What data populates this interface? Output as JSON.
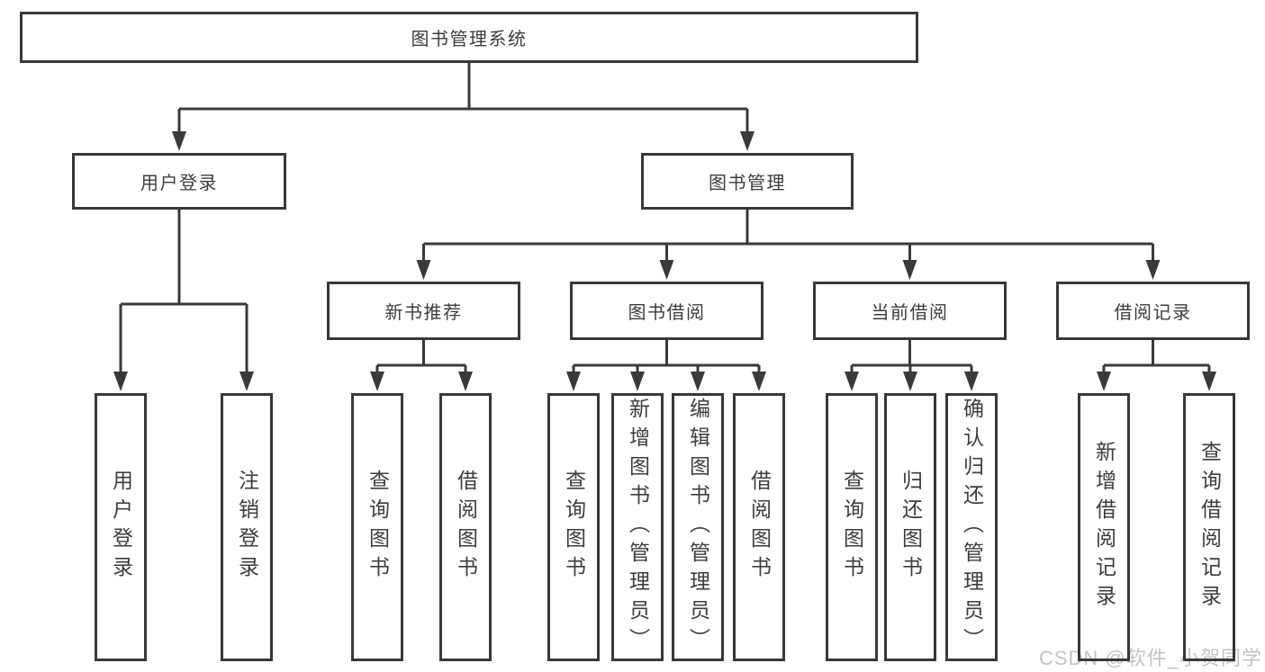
{
  "title": "图书管理系统",
  "level2": {
    "user_login": "用户登录",
    "book_mgmt": "图书管理"
  },
  "level3": {
    "new_books": "新书推荐",
    "book_borrow": "图书借阅",
    "current_borrow": "当前借阅",
    "borrow_records": "借阅记录"
  },
  "leaves": {
    "user_login_children": [
      "用户登录",
      "注销登录"
    ],
    "new_books_children": [
      "查询图书",
      "借阅图书"
    ],
    "book_borrow_children": [
      "查询图书",
      "新增图书（管理员）",
      "编辑图书（管理员）",
      "借阅图书"
    ],
    "current_borrow_children": [
      "查询图书",
      "归还图书",
      "确认归还（管理员）"
    ],
    "borrow_records_children": [
      "新增借阅记录",
      "查询借阅记录"
    ]
  },
  "watermark": "CSDN @软件_小贺同学",
  "colors": {
    "line": "#3a3a3a",
    "border": "#383838",
    "text": "#3d3d3d",
    "watermark": "#c3c3c3"
  }
}
